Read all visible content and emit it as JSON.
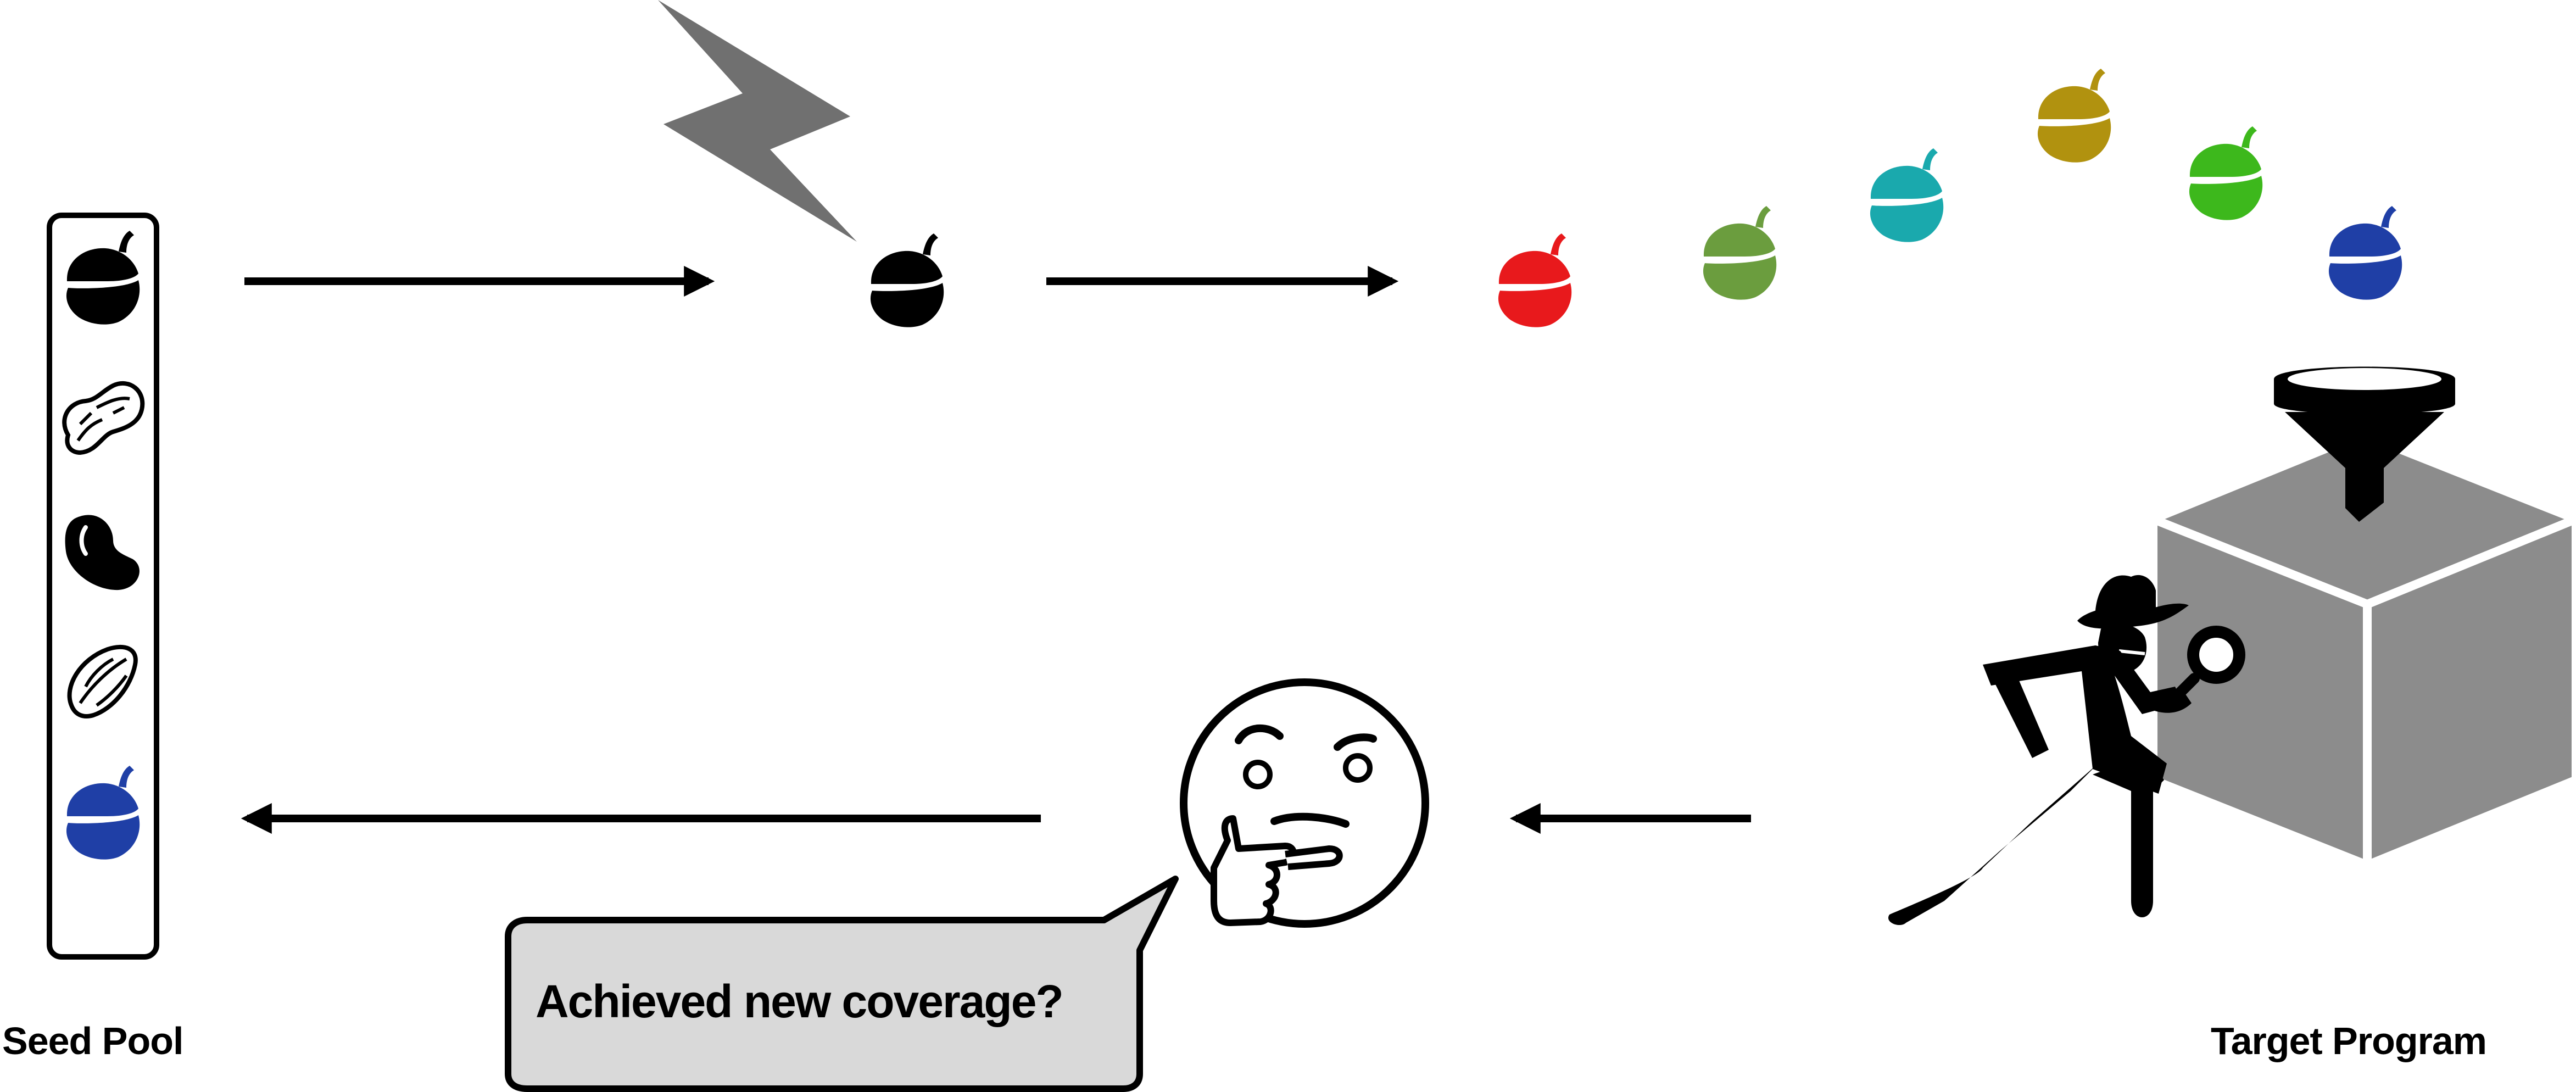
{
  "labels": {
    "seed_pool": "Seed Pool",
    "target_program": "Target Program",
    "speech_bubble": "Achieved new coverage?"
  },
  "seed_pool": {
    "items": [
      {
        "icon": "acorn-icon",
        "color": "#000000"
      },
      {
        "icon": "peanut-icon",
        "color": "#000000"
      },
      {
        "icon": "bean-icon",
        "color": "#000000"
      },
      {
        "icon": "almond-icon",
        "color": "#000000"
      },
      {
        "icon": "acorn-icon",
        "color": "#1f3fa6"
      }
    ]
  },
  "mutation": {
    "icon": "lightning-icon",
    "color": "#707070",
    "selected_seed": {
      "icon": "acorn-icon",
      "color": "#000000"
    }
  },
  "mutants": [
    {
      "icon": "acorn-icon",
      "color": "#e8191c"
    },
    {
      "icon": "acorn-icon",
      "color": "#6b9d3e"
    },
    {
      "icon": "acorn-icon",
      "color": "#1aa9ad"
    },
    {
      "icon": "acorn-icon",
      "color": "#b1920f"
    },
    {
      "icon": "acorn-icon",
      "color": "#3db81c"
    },
    {
      "icon": "acorn-icon",
      "color": "#1f3fa6"
    }
  ],
  "target": {
    "box_icon": "box-icon",
    "funnel_icon": "funnel-icon",
    "detective_icon": "detective-icon",
    "box_color": "#8c8c8c"
  },
  "feedback": {
    "thinking_icon": "thinking-face-icon",
    "bubble_color": "#d9d9d9"
  }
}
